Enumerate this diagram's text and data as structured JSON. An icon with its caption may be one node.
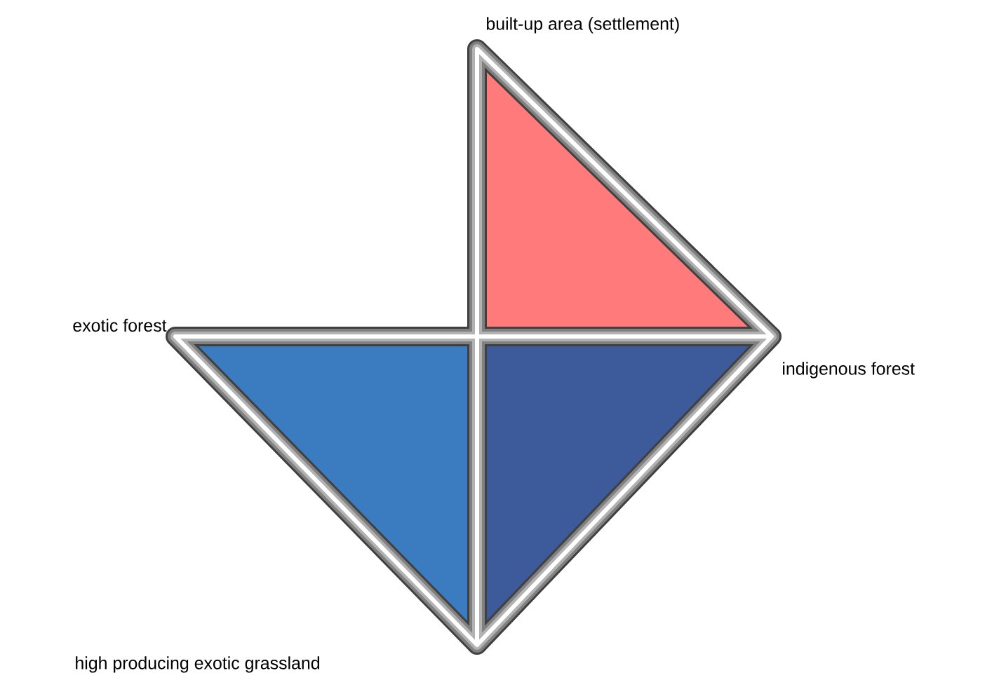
{
  "diagram": {
    "labels": [
      "built-up area (settlement)",
      "exotic forest",
      "indigenous forest",
      "high producing exotic grassland"
    ]
  }
}
